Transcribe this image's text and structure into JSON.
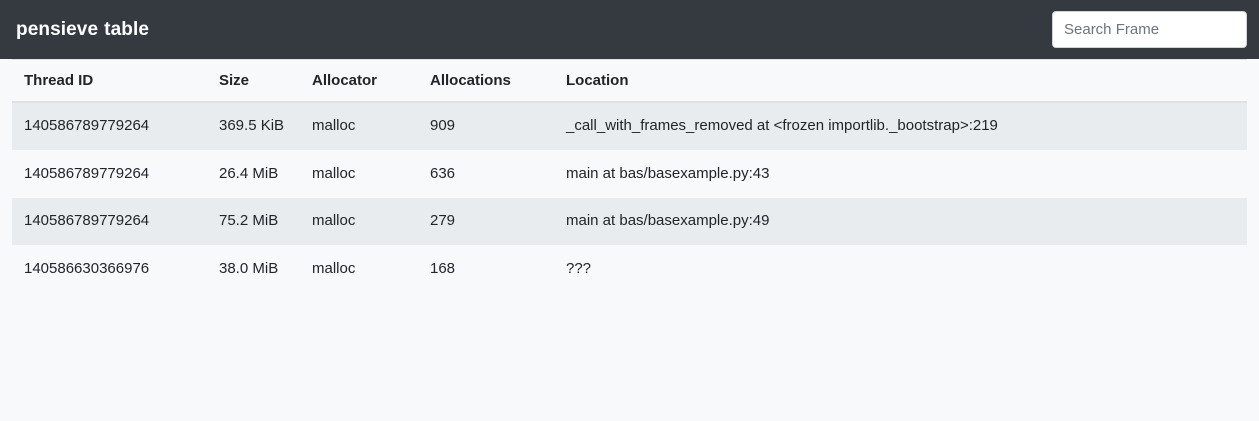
{
  "navbar": {
    "brand_main": "pensieve",
    "brand_sub": "table",
    "search": {
      "placeholder": "Search Frame",
      "value": ""
    }
  },
  "colors": {
    "navbar_bg": "#343a40",
    "page_bg": "#f8f9fa",
    "row_striped_bg": "#e9ecef",
    "border": "#dee2e6",
    "text": "#212529",
    "placeholder": "#6c757d"
  },
  "table": {
    "columns": [
      "Thread ID",
      "Size",
      "Allocator",
      "Allocations",
      "Location"
    ],
    "rows": [
      {
        "thread_id": "140586789779264",
        "size": "369.5 KiB",
        "allocator": "malloc",
        "allocations": "909",
        "location": "_call_with_frames_removed at <frozen importlib._bootstrap>:219"
      },
      {
        "thread_id": "140586789779264",
        "size": "26.4 MiB",
        "allocator": "malloc",
        "allocations": "636",
        "location": "main at bas/basexample.py:43"
      },
      {
        "thread_id": "140586789779264",
        "size": "75.2 MiB",
        "allocator": "malloc",
        "allocations": "279",
        "location": "main at bas/basexample.py:49"
      },
      {
        "thread_id": "140586630366976",
        "size": "38.0 MiB",
        "allocator": "malloc",
        "allocations": "168",
        "location": "???"
      }
    ]
  }
}
